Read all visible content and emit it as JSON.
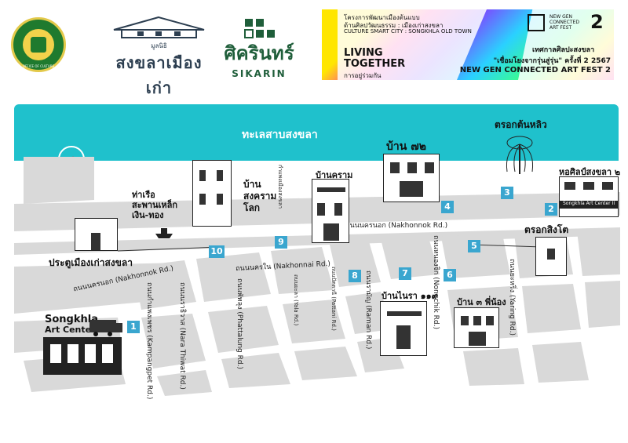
{
  "header": {
    "logo1_text": "OFFICE OF CULTURE",
    "logo2_top": "มูลนิธิ",
    "logo2_name": "สงขลาเมืองเก่า",
    "logo3_name": "ศิครินทร์",
    "logo3_en": "SIKARIN"
  },
  "banner": {
    "line1": "โครงการพัฒนาเมืองต้นแบบ",
    "line2": "ด้านศิลปวัฒนธรรม : เมืองเก่าสงขลา",
    "line3": "CULTURE SMART CITY : SONGKHLA OLD TOWN",
    "living": "LIVING",
    "together": "TOGETHER",
    "together_th": "การอยู่ร่วมกัน",
    "fest_logo": "NEW GEN CONNECTED ART FEST",
    "fest_num": "2",
    "fest_th": "เทศกาลศิลปะสงขลา",
    "fest_th2": "\"เชื่อมโยงจากรุ่นสู่รุ่น\" ครั้งที่ 2 2567",
    "fest_en": "NEW GEN CONNECTED ART FEST 2"
  },
  "map": {
    "lake_label": "ทะเลสาบสงขลา",
    "places": {
      "pier": "ท่าเรือ\nสะพานเหล็ก\nเงิน-ทอง",
      "songkhram": "บ้าน\nสงคราม\nโลก",
      "kramlane": "กำแพงเมืองสงขลา",
      "ban_kram": "บ้านคราม",
      "ban_72": "บ้าน ๗๒",
      "trok_tonlio": "ตรอกต้นหลิว",
      "hall": "หอศิลป์สงขลา ๒",
      "hall_sign": "Songkhla Art Center II",
      "trok_singto": "ตรอกสิงโต",
      "gate": "ประตูเมืองเก่าสงขลา",
      "ban_nai": "บ้านไนรา ๑๑๙",
      "ban_3": "บ้าน ๓ พี่น้อง",
      "art1_title": "Songkhla",
      "art1_sub": "Art Center 1"
    },
    "roads": {
      "nakhonnok_top": "ถนนนครนอก (Nakhonnok Rd.)",
      "nakhonnai": "ถนนนครใน (Nakhonnai Rd.)",
      "nakhonnok_left": "ถนนนครนอก (Nakhonnok Rd.)",
      "kampaengphet": "ถนนกำแพงเพชร (Kampangpet Rd.)",
      "narathiwat": "ถนนนราธิวาส (Nara Thiwat Rd.)",
      "phattalung": "ถนนพัทลุง (Phattalung Rd.)",
      "yala": "ถนนยะลา (Yala Rd.)",
      "pattani": "ถนนปัตตานี (Pattani Rd.)",
      "raman": "ถนนรามัญ (Raman Rd.)",
      "nongchik": "ถนนหนองจิก (Nongchik Rd.)",
      "yaring": "ถนนยะหริ่ง (Yaring Rd.)"
    },
    "markers": [
      "1",
      "2",
      "3",
      "4",
      "5",
      "6",
      "7",
      "8",
      "9",
      "10"
    ]
  },
  "colors": {
    "lake": "#1fc1cc",
    "road": "#d9d9d9",
    "marker": "#3aa6cf"
  }
}
